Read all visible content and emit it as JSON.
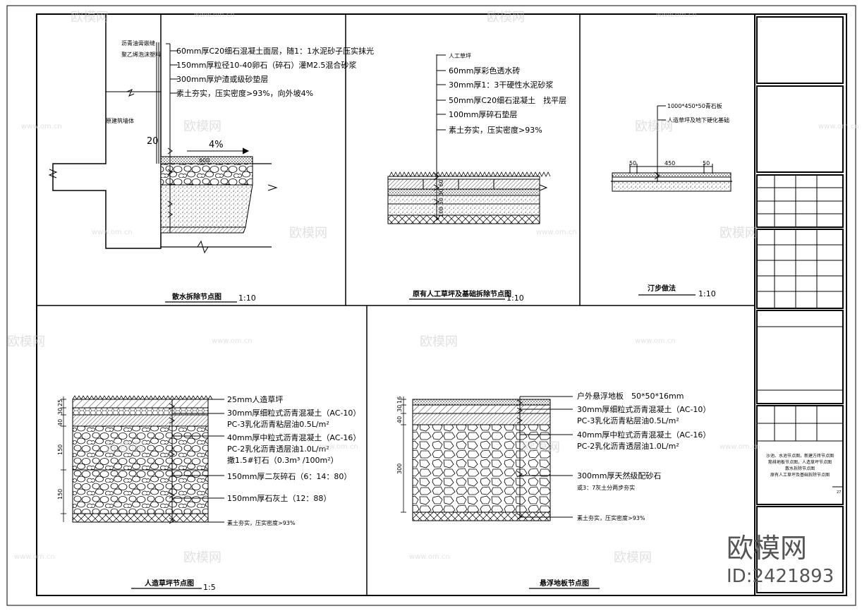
{
  "sheet": {
    "title_block_text": "沙池、水池节点图，新建方砖节点图\n筋排地板节点图，人造草坪节点图\n散水拆除节点图\n原有人工草坪及基础拆除节点图",
    "sheet_no": "27"
  },
  "watermark": {
    "logo_text": "欧模网",
    "site": "www.om.cn",
    "id_label": "ID:2421893"
  },
  "detail1": {
    "title": "散水拆除节点图",
    "scale": "1:10",
    "side_labels": [
      "沥青油膏嵌缝",
      "聚乙烯泡沫塑料",
      "原建筑墙体"
    ],
    "layers": [
      "60mm厚C20细石混凝土面层，随1：1水泥砂子压实抹光",
      "150mm厚粒径10-40卵石（碎石）灌M2.5混合砂浆",
      "300mm厚炉渣或级砂垫层",
      "素土夯实，压实密度>93%，向外坡4%"
    ],
    "dim_20": "20",
    "slope": "4%",
    "dim_600": "600"
  },
  "detail2": {
    "title": "原有人工草坪及基础拆除节点图",
    "scale": "1:10",
    "layers": [
      "人工草坪",
      "60mm厚彩色透水砖",
      "30mm厚1：3干硬性水泥砂浆",
      "50mm厚C20细石混凝土　找平层",
      "100mm厚碎石垫层",
      "素土夯实，压实密度>93%"
    ],
    "dims": "100 50 30 60"
  },
  "detail3": {
    "title": "汀步做法",
    "scale": "1:10",
    "layers": [
      "1000*450*50青石板",
      "人造草坪及地下硬化基础"
    ],
    "dims": [
      "50",
      "450",
      "50"
    ]
  },
  "detail4": {
    "title": "人造草坪节点图",
    "scale": "1:5",
    "layers": [
      "25mm人造草坪",
      "30mm厚细粒式沥青混凝土（AC-10）",
      "PC-3乳化沥青粘层油0.5L/m²",
      "40mm厚中粒式沥青混凝土（AC-16）",
      "PC-2乳化沥青透层油1.0L/m²",
      "撒1.5#钉石（0.3m³ /100m²）",
      "150mm厚二灰碎石（6：14：80）",
      "150mm厚石灰土（12：88）",
      "素土夯实，压实密度>93%"
    ],
    "dims": [
      "40",
      "30",
      "25",
      "150",
      "150"
    ]
  },
  "detail5": {
    "title": "悬浮地板节点图",
    "layers": [
      "户外悬浮地板　50*50*16mm",
      "30mm厚细粒式沥青混凝土（AC-10）",
      "PC-3乳化沥青粘层油0.5L/m²",
      "40mm厚中粒式沥青混凝土（AC-16）",
      "PC-2乳化沥青透层油1.0L/m²",
      "300mm厚天然级配砂石",
      "或3：7灰土分两步夯实",
      "素土夯实，压实密度>93%"
    ],
    "dims": [
      "40",
      "30",
      "16",
      "300"
    ]
  }
}
